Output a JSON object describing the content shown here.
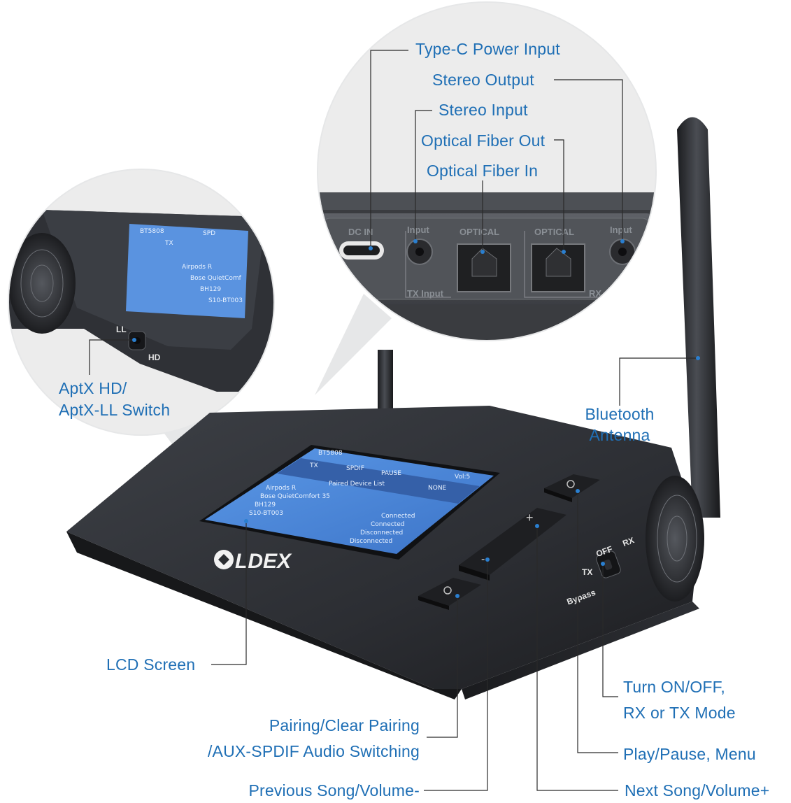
{
  "labels": {
    "type_c": "Type-C Power Input",
    "stereo_output": "Stereo Output",
    "stereo_input": "Stereo Input",
    "optical_out": "Optical Fiber Out",
    "optical_in": "Optical Fiber In",
    "aptx_line1": "AptX HD/",
    "aptx_line2": "AptX-LL Switch",
    "bt_line1": "Bluetooth",
    "bt_line2": "Antenna",
    "lcd": "LCD Screen",
    "pair_line1": "Pairing/Clear Pairing",
    "pair_line2": "/AUX-SPDIF Audio Switching",
    "prev": "Previous Song/Volume-",
    "power_line1": "Turn ON/OFF,",
    "power_line2": "RX or TX Mode",
    "play": "Play/Pause, Menu",
    "next": "Next Song/Volume+"
  },
  "ports": {
    "dc_in": "DC IN",
    "input_left": "Input",
    "optical_1": "OPTICAL",
    "optical_2": "OPTICAL",
    "input_right": "Input",
    "tx_input": "TX Input",
    "rx_output": "RX Output"
  },
  "lcd_screen": {
    "device": "BT5808",
    "mode": "TX",
    "source": "SPDIF",
    "state": "PAUSE",
    "codec": "NONE",
    "volume": "Vol:5",
    "header": "Paired Device List",
    "devices": [
      "Airpods R",
      "Bose QuietComfort 35",
      "BH129",
      "S10-BT003"
    ],
    "statuses": [
      "Connected",
      "Connected",
      "Disconnected",
      "Disconnected"
    ]
  },
  "zoom_lcd": {
    "device": "BT5808",
    "mode": "TX",
    "source": "SPD",
    "devices": [
      "Airpods R",
      "Bose QuietComf",
      "BH129",
      "S10-BT003"
    ]
  },
  "switches": {
    "ll": "LL",
    "hd": "HD",
    "tx": "TX",
    "off": "OFF",
    "rx": "RX",
    "bypass": "Bypass"
  },
  "brand": "LDEX",
  "colors": {
    "label": "#1f6fb5",
    "leader": "#2a2a2a",
    "device_body": "#2b2d31",
    "screen": "#4a86d8"
  }
}
